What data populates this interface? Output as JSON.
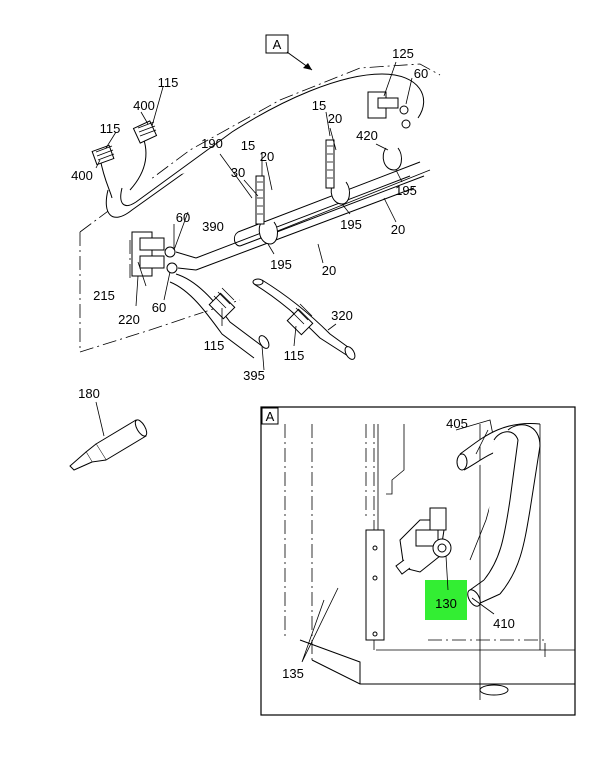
{
  "detail_ref": "A",
  "highlight_color": "#33ee33",
  "main_callouts": {
    "c125": "125",
    "c60a": "60",
    "c400a": "400",
    "c115a": "115",
    "c115b": "115",
    "c400b": "400",
    "c15a": "15",
    "c20a": "20",
    "c15b": "15",
    "c20b": "20",
    "c420": "420",
    "c190": "190",
    "c30": "30",
    "c195a": "195",
    "c195b": "195",
    "c195c": "195",
    "c20c": "20",
    "c20d": "20",
    "c60b": "60",
    "c390": "390",
    "c215": "215",
    "c220": "220",
    "c60c": "60",
    "c115c": "115",
    "c115d": "115",
    "c320": "320",
    "c395": "395",
    "c180": "180"
  },
  "detail_view": {
    "label": "A",
    "c405": "405",
    "c130": "130",
    "c410": "410",
    "c135": "135"
  }
}
